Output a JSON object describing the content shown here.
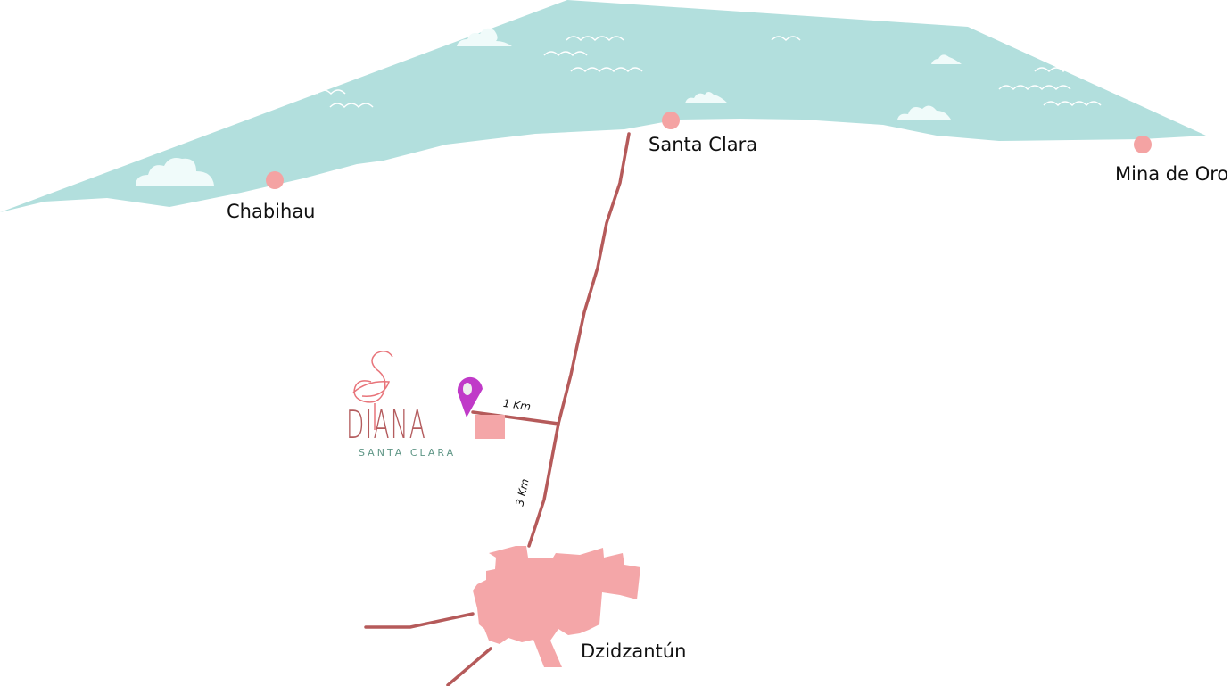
{
  "places": {
    "santa_clara": "Santa Clara",
    "chabihau": "Chabihau",
    "mina_de_oro": "Mina de Oro",
    "dzidzantun": "Dzidzantún"
  },
  "distances": {
    "branch": "1 Km",
    "main": "3 Km"
  },
  "logo": {
    "name": "DIANA",
    "subtitle": "SANTA CLARA"
  },
  "colors": {
    "sea": "#b2dfdd",
    "road": "#b55a5a",
    "town": "#f4a6a8",
    "marker": "#c03ac8",
    "logo": "#e8747a"
  },
  "icons": {
    "marker": "map-pin-icon",
    "logo": "flamingo-icon"
  }
}
